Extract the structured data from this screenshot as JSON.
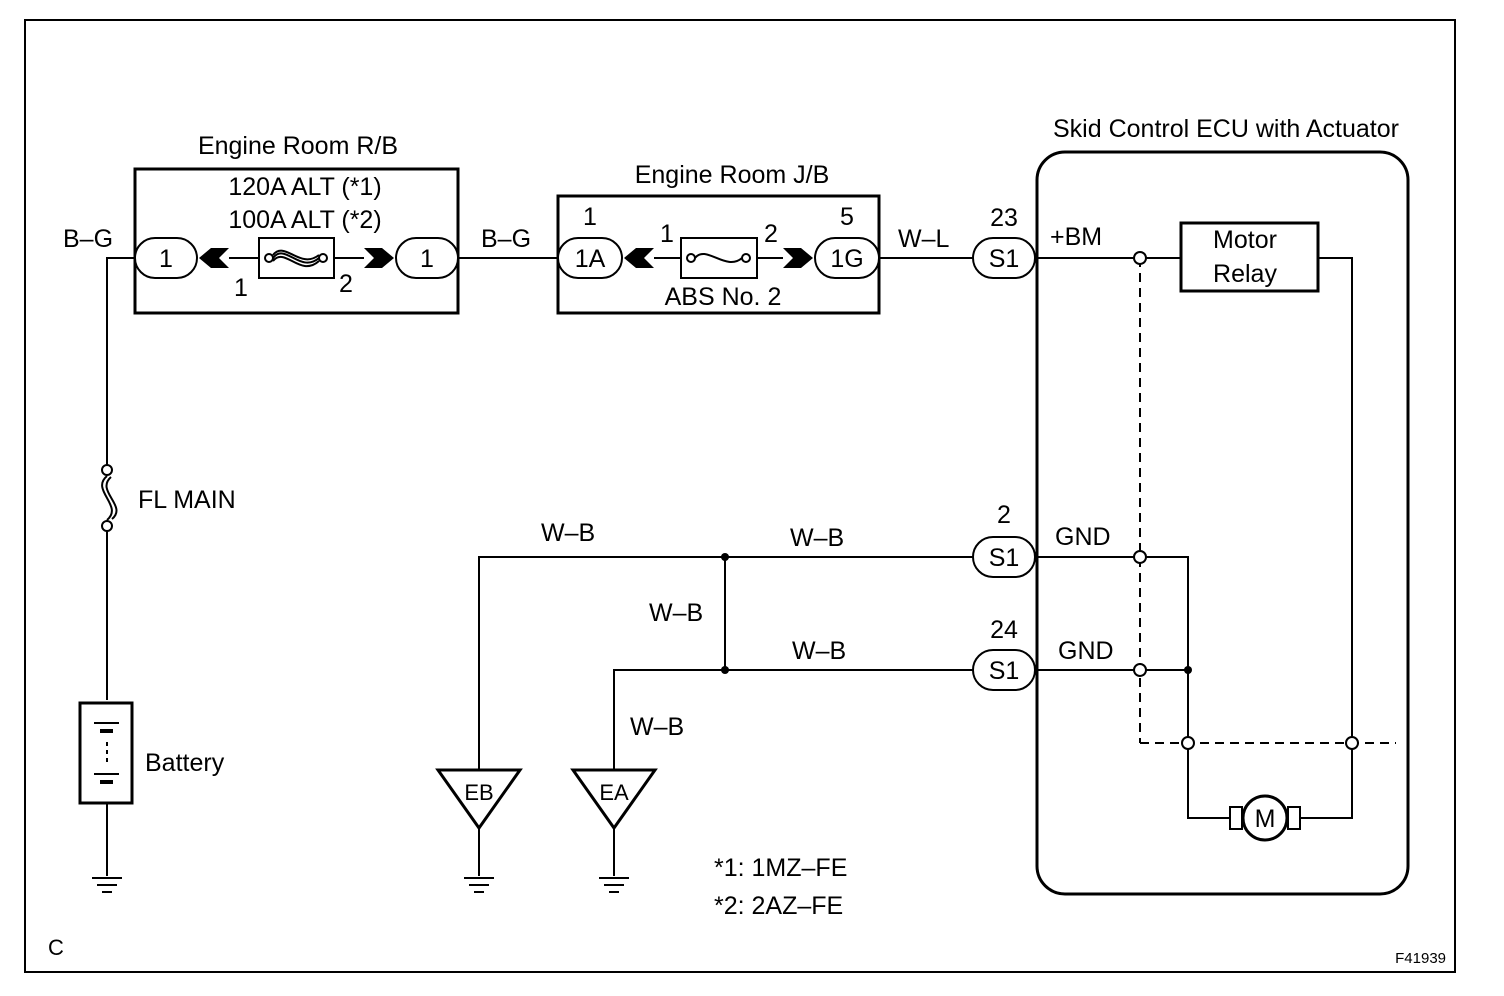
{
  "frame": {
    "corner_letter": "C",
    "figure_code": "F41939"
  },
  "relay_box": {
    "title": "Engine Room R/B",
    "fuse_line1": "120A ALT (*1)",
    "fuse_line2": "100A ALT (*2)",
    "connector_left": "1",
    "connector_right": "1",
    "pin_left": "1",
    "pin_right": "2"
  },
  "junction_box": {
    "title": "Engine Room J/B",
    "fuse_name": "ABS No. 2",
    "connector_left": "1A",
    "connector_right": "1G",
    "pin_conn_left": "1",
    "pin_conn_right": "5",
    "pin_fuse_left": "1",
    "pin_fuse_right": "2"
  },
  "ecu": {
    "title": "Skid Control ECU with Actuator",
    "relay_line1": "Motor",
    "relay_line2": "Relay",
    "motor": "M",
    "terminal_bm": "+BM",
    "terminal_gnd1": "GND",
    "terminal_gnd2": "GND"
  },
  "ecu_connectors": [
    {
      "connector": "S1",
      "pin": "23"
    },
    {
      "connector": "S1",
      "pin": "2"
    },
    {
      "connector": "S1",
      "pin": "24"
    }
  ],
  "wires": {
    "battery_feed": "B–G",
    "rb_to_jb": "B–G",
    "jb_to_ecu": "W–L",
    "ground_eb": "W–B",
    "ground_gnd1": "W–B",
    "ground_bridge": "W–B",
    "ground_gnd2": "W–B",
    "ground_ea": "W–B"
  },
  "fl_main": "FL MAIN",
  "battery": "Battery",
  "grounds": {
    "eb": "EB",
    "ea": "EA"
  },
  "notes": [
    "*1: 1MZ–FE",
    "*2: 2AZ–FE"
  ]
}
